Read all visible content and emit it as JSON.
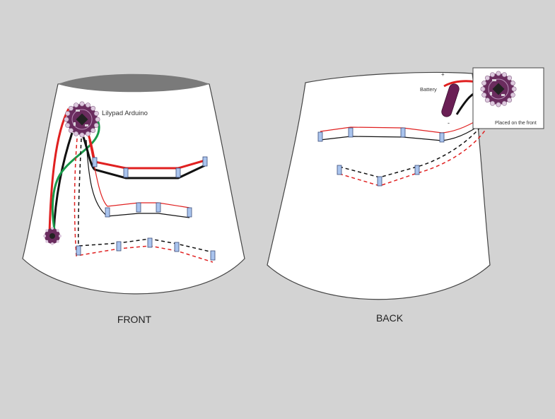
{
  "front": {
    "caption": "FRONT",
    "board_label": "Lilypad Arduino"
  },
  "back": {
    "caption": "BACK",
    "battery_label": "Battery",
    "battery_plus": "+",
    "battery_minus": "-",
    "inset_label": "Placed on the front"
  },
  "colors": {
    "background": "#d3d3d3",
    "fabric": "#ffffff",
    "outline": "#444444",
    "waistband": "#7a7a7a",
    "board": "#6a2c5e",
    "petal": "#ddc8de",
    "battery": "#6a1f55",
    "led": "#a9c4ee",
    "wire_red": "#e02020",
    "wire_black": "#111111",
    "wire_green": "#1a9a4a"
  },
  "icons": {
    "board": "lilypad-arduino-icon",
    "sensor": "round-sensor-icon",
    "battery": "battery-icon",
    "led": "led-icon"
  }
}
